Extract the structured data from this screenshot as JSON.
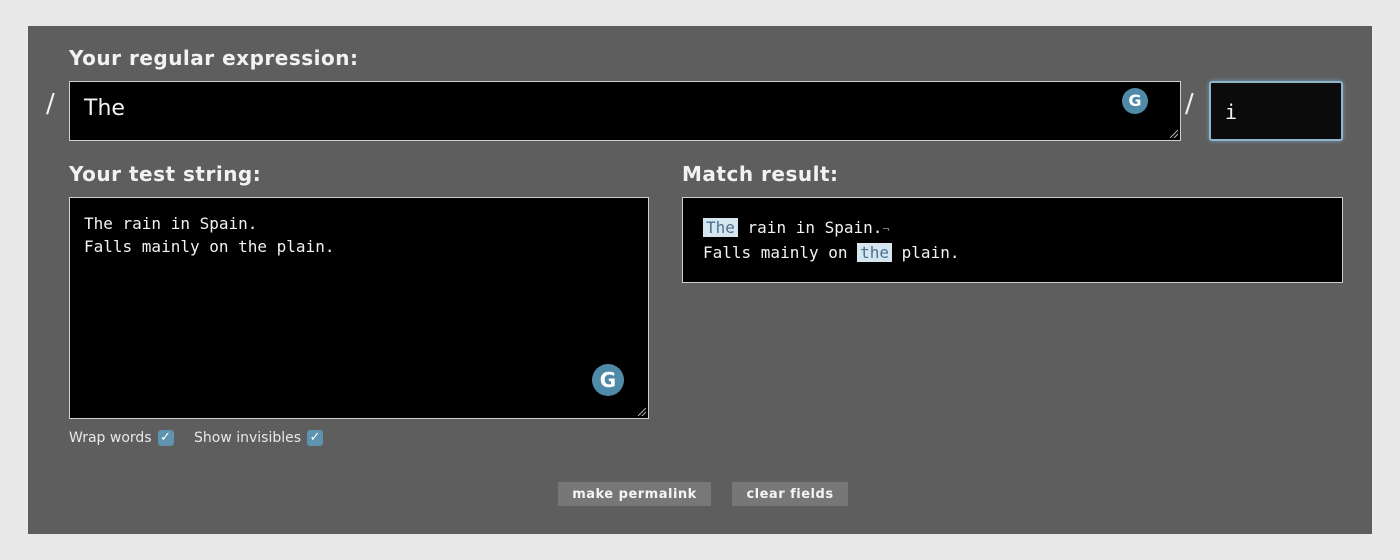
{
  "regex": {
    "heading": "Your regular expression:",
    "open_slash": "/",
    "value": "The",
    "close_slash": "/",
    "flags": "i"
  },
  "test_string": {
    "heading": "Your test string:",
    "lines": [
      "The rain in Spain.",
      "Falls mainly on the plain."
    ]
  },
  "result": {
    "heading": "Match result:",
    "lines": [
      {
        "pre": "",
        "match": "The",
        "post": " rain in Spain.",
        "newline_mark": "¬"
      },
      {
        "pre": "Falls mainly on ",
        "match": "the",
        "post": " plain.",
        "newline_mark": ""
      }
    ]
  },
  "options": {
    "wrap_words": {
      "label": "Wrap words",
      "checked": true
    },
    "show_invisibles": {
      "label": "Show invisibles",
      "checked": true
    }
  },
  "buttons": {
    "permalink": "make permalink",
    "clear": "clear fields"
  },
  "icons": {
    "grammarly": "G",
    "check": "✓"
  },
  "colors": {
    "panel": "#5e5e5e",
    "match_highlight": "#d6e6f0",
    "accent": "#5f93b0"
  }
}
